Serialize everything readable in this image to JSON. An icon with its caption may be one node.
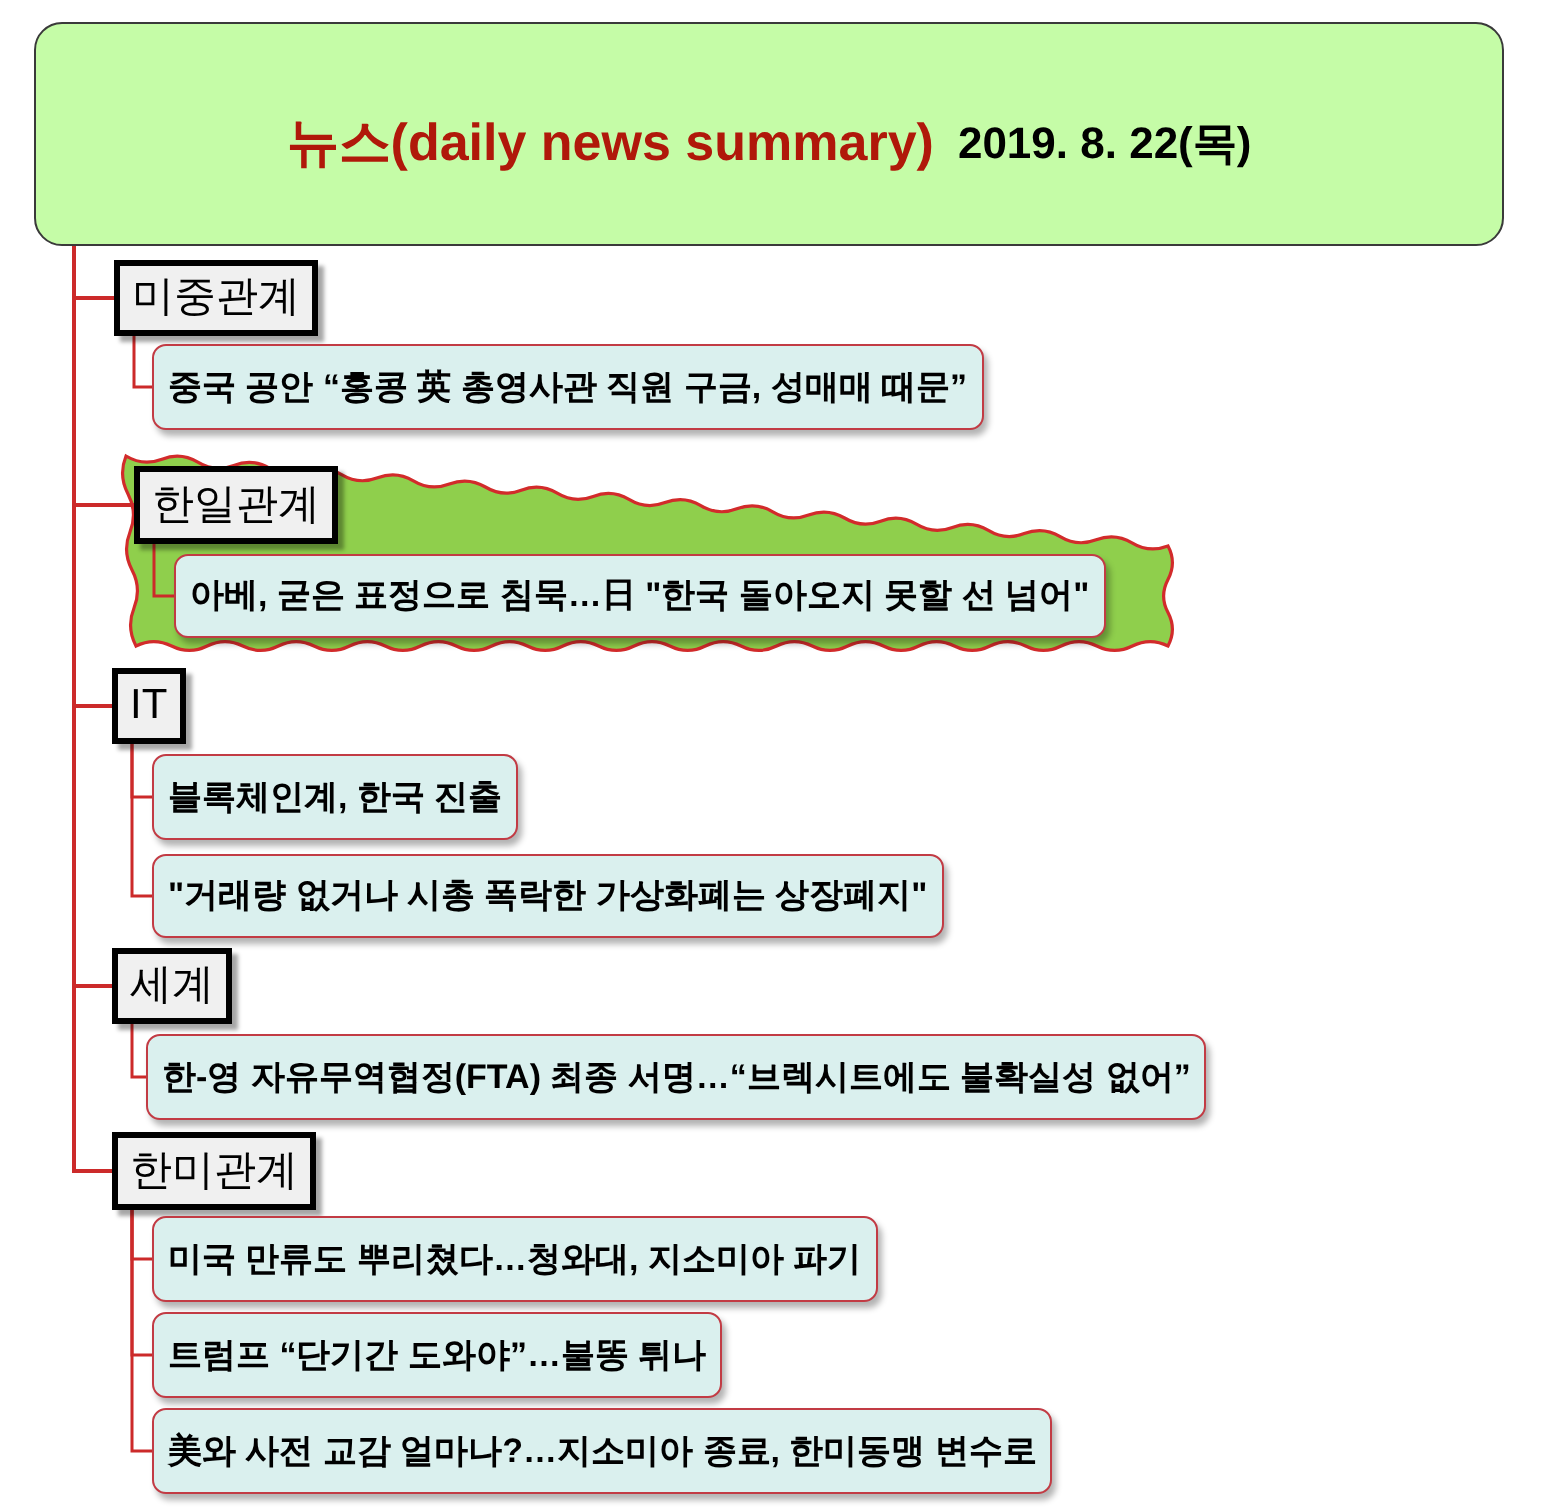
{
  "diagram": {
    "nodes": [
      {
        "text": [
          "뉴스(daily news summary)",
          "2019. 8. 22(목)"
        ]
      },
      {
        "text": [
          "미중관계"
        ]
      },
      {
        "text": [
          "중국 공안 “홍콩 英 총영사관 직원 구금, 성매매 때문”"
        ]
      },
      {
        "text": [],
        "shape": "cloud"
      },
      {
        "text": [
          "한일관계"
        ],
        "in": 3
      },
      {
        "text": [
          "아베, 굳은 표정으로 침묵…日 \"한국 돌아오지 못할 선 넘어\""
        ],
        "in": 3
      },
      {
        "text": [
          "IT"
        ]
      },
      {
        "text": [
          "블록체인계, 한국 진출"
        ]
      },
      {
        "text": [
          "\"거래량 없거나 시총 폭락한 가상화폐는 상장폐지\""
        ]
      },
      {
        "text": [
          "세계"
        ]
      },
      {
        "text": [
          "한-영 자유무역협정(FTA) 최종 서명…“브렉시트에도 불확실성 없어”"
        ]
      },
      {
        "text": [
          "한미관계"
        ]
      },
      {
        "text": [
          "미국 만류도 뿌리쳤다…청와대, 지소미아 파기"
        ]
      },
      {
        "text": [
          "트럼프 “단기간 도와야”…불똥 튀나"
        ]
      },
      {
        "text": [
          "美와 사전 교감 얼마나?…지소미아 종료, 한미동맹 변수로"
        ]
      }
    ],
    "edges": [
      {
        "from": 0,
        "to": 1,
        "arrow": "none"
      },
      {
        "from": 1,
        "to": 2,
        "arrow": "none"
      },
      {
        "from": 0,
        "to": 4,
        "arrow": "none"
      },
      {
        "from": 4,
        "to": 5,
        "arrow": "none"
      },
      {
        "from": 0,
        "to": 6,
        "arrow": "none"
      },
      {
        "from": 6,
        "to": 7,
        "arrow": "none"
      },
      {
        "from": 6,
        "to": 8,
        "arrow": "none"
      },
      {
        "from": 0,
        "to": 9,
        "arrow": "none"
      },
      {
        "from": 9,
        "to": 10,
        "arrow": "none"
      },
      {
        "from": 0,
        "to": 11,
        "arrow": "none"
      },
      {
        "from": 11,
        "to": 12,
        "arrow": "none"
      },
      {
        "from": 11,
        "to": 13,
        "arrow": "none"
      },
      {
        "from": 11,
        "to": 14,
        "arrow": "none"
      }
    ]
  }
}
